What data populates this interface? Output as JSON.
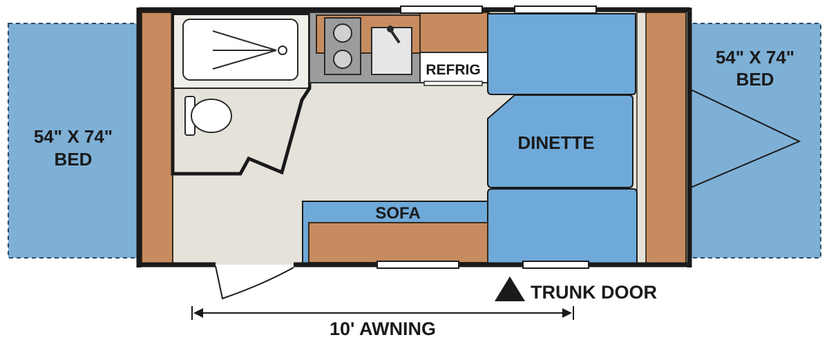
{
  "beds": {
    "left": {
      "size": "54\" X 74\"",
      "label": "BED"
    },
    "right": {
      "size": "54\" X 74\"",
      "label": "BED"
    }
  },
  "rooms": {
    "refrigerator": "REFRIG",
    "dinette": "DINETTE",
    "sofa": "SOFA"
  },
  "exterior": {
    "trunk_door": "TRUNK DOOR",
    "awning": "10' AWNING"
  },
  "colors": {
    "bed_blue": "#7eb0d6",
    "cushion_blue": "#6fa9d9",
    "cabinet_wood": "#c68c5f",
    "floor": "#e5e2da",
    "counter_gray": "#9a9c9e",
    "wall": "#1a1a1a"
  }
}
